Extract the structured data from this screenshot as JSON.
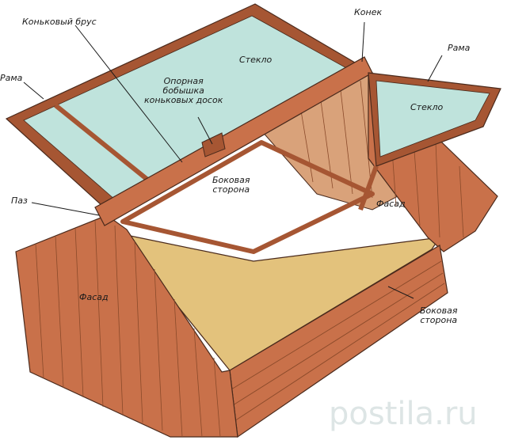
{
  "labels": {
    "konkovy_brus": "Коньковый брус",
    "konek": "Конек",
    "rama_right": "Рама",
    "rama_left": "Рама",
    "steklo_left": "Стекло",
    "steklo_right": "Стекло",
    "opornaya": "Опорная\nбобышка\nконьковых досок",
    "bokovaya_upper": "Боковая\nсторона",
    "paz": "Паз",
    "fasad_right": "Фасад",
    "fasad_left": "Фасад",
    "bokovaya_lower": "Боковая\nсторона"
  },
  "watermark": "postila.ru",
  "colors": {
    "wood": "#c9714a",
    "wood_dark": "#a65633",
    "glass": "#bfe3dc",
    "soil": "#e3c27c",
    "line": "#4a2a1c"
  }
}
